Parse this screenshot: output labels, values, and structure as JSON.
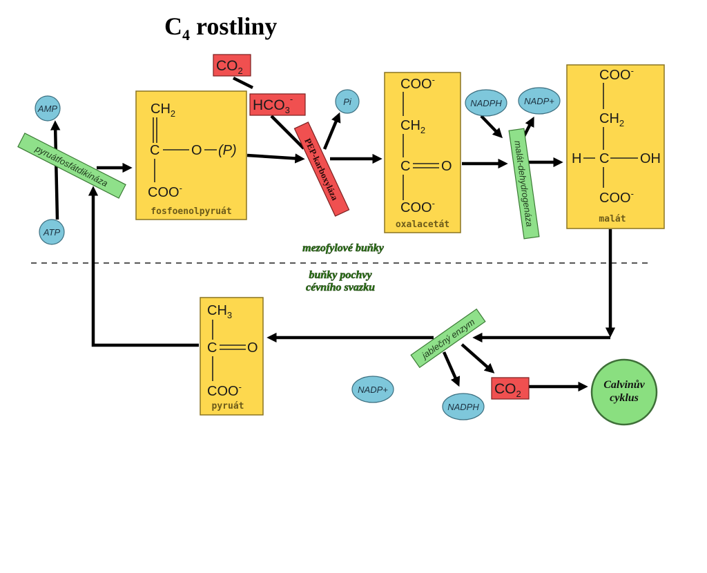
{
  "title": {
    "main": "C",
    "subscript": "4",
    "rest": " rostliny"
  },
  "regions": {
    "upper": "mezofylové buňky",
    "lower_line1": "buňky pochvy",
    "lower_line2": "cévního svazku"
  },
  "molecules": {
    "pep": {
      "name": "fosfoenolpyruát",
      "ch2": "CH",
      "ch2_sub": "2",
      "c": "C",
      "o": "O",
      "p": "(P)",
      "coo": "COO",
      "coo_sup": "-"
    },
    "oxalacetate": {
      "name": "oxalacetát",
      "coo_top": "COO",
      "coo_sup": "-",
      "ch2": "CH",
      "ch2_sub": "2",
      "c": "C",
      "o": "O",
      "coo_bottom": "COO"
    },
    "malate": {
      "name": "malát",
      "coo_top": "COO",
      "coo_sup": "-",
      "ch2": "CH",
      "ch2_sub": "2",
      "h": "H",
      "c": "C",
      "oh": "OH",
      "coo_bottom": "COO"
    },
    "pyruvate": {
      "name": "pyruát",
      "ch3": "CH",
      "ch3_sub": "3",
      "c": "C",
      "o": "O",
      "coo": "COO",
      "coo_sup": "-"
    }
  },
  "cofactors": {
    "amp": "AMP",
    "atp": "ATP",
    "pi": "Pi",
    "nadph_top": "NADPH",
    "nadp_top": "NADP+",
    "nadp_bottom": "NADP+",
    "nadph_bottom": "NADPH"
  },
  "inorganic": {
    "co2_top": {
      "base": "CO",
      "sub": "2"
    },
    "hco3": {
      "base": "HCO",
      "sub": "3",
      "sup": "-"
    },
    "co2_bottom": {
      "base": "CO",
      "sub": "2"
    }
  },
  "enzymes": {
    "ppdk": "pyruátfosfátdikináza",
    "pepc": "PEP-karboxyláza",
    "mdh": "malát-dehydrogenáza",
    "me": "jablečný enzym"
  },
  "calvin": {
    "line1": "Calvinův",
    "line2": "cyklus"
  },
  "colors": {
    "molecule_box": "#fdd84e",
    "cofactor_oval": "#7ec7db",
    "inorganic_box": "#f05050",
    "enzyme_green": "#8fe08a",
    "region_label": "#2d7a18",
    "calvin_fill": "#8adf80"
  }
}
